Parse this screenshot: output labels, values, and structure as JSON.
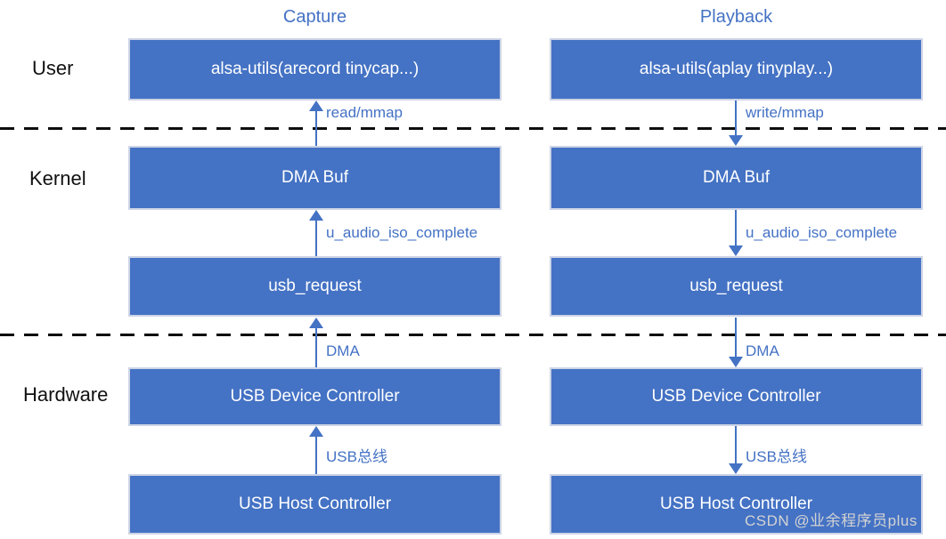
{
  "colors": {
    "box_fill": "#4472C4",
    "box_border": "#CDD4E6",
    "accent_text": "#4472C4",
    "arrow": "#4472C4",
    "layer_text": "#111111",
    "divider": "#0D0D0D",
    "watermark_text": "#D3D3D3"
  },
  "layers": [
    "User",
    "Kernel",
    "Hardware"
  ],
  "columns": [
    {
      "header": "Capture",
      "flow_direction": "up",
      "boxes": [
        "alsa-utils(arecord tinycap...)",
        "DMA Buf",
        "usb_request",
        "USB Device Controller",
        "USB Host Controller"
      ],
      "arrow_labels": [
        "read/mmap",
        "u_audio_iso_complete",
        "DMA",
        "USB总线"
      ]
    },
    {
      "header": "Playback",
      "flow_direction": "down",
      "boxes": [
        "alsa-utils(aplay tinyplay...)",
        "DMA Buf",
        "usb_request",
        "USB Device Controller",
        "USB Host Controller"
      ],
      "arrow_labels": [
        "write/mmap",
        "u_audio_iso_complete",
        "DMA",
        "USB总线"
      ]
    }
  ],
  "watermark": "CSDN @业余程序员plus"
}
